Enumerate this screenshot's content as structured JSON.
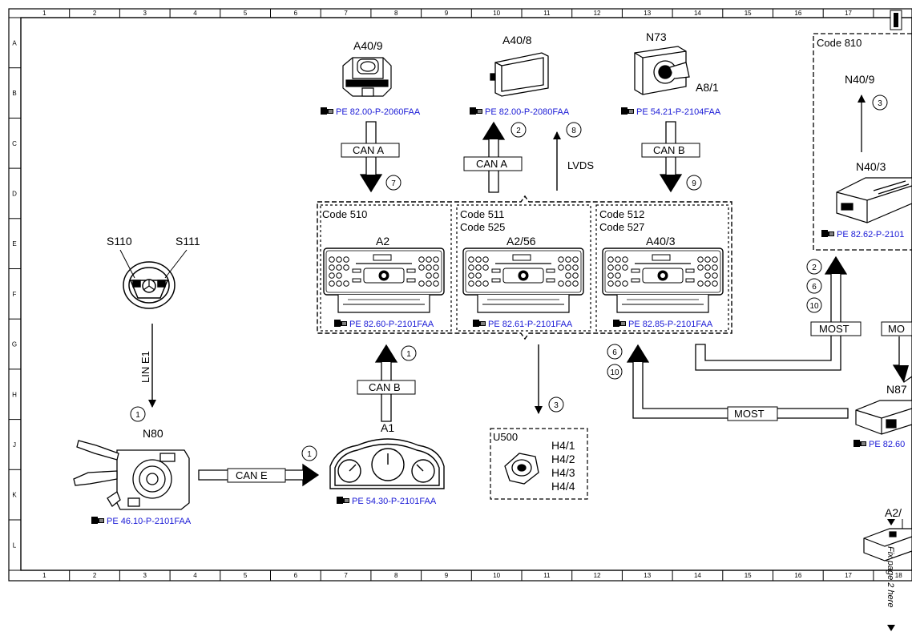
{
  "sheet": {
    "columns": [
      "1",
      "2",
      "3",
      "4",
      "5",
      "6",
      "7",
      "8",
      "9",
      "10",
      "11",
      "12",
      "13",
      "14",
      "15",
      "16",
      "17",
      "18"
    ],
    "rows": [
      "A",
      "B",
      "C",
      "D",
      "E",
      "F",
      "G",
      "H",
      "J",
      "K",
      "L"
    ],
    "side_note": "Fix page 2 here"
  },
  "components": {
    "a40_9": {
      "id": "A40/9",
      "ref": "PE 82.00-P-2060FAA"
    },
    "a40_8": {
      "id": "A40/8",
      "ref": "PE 82.00-P-2080FAA"
    },
    "n73": {
      "id": "N73",
      "sub": "A8/1",
      "ref": "PE 54.21-P-2104FAA"
    },
    "a2": {
      "code": "Code 510",
      "id": "A2",
      "ref": "PE 82.60-P-2101FAA"
    },
    "a2_56": {
      "code1": "Code 511",
      "code2": "Code 525",
      "id": "A2/56",
      "ref": "PE 82.61-P-2101FAA"
    },
    "a40_3": {
      "code1": "Code 512",
      "code2": "Code 527",
      "id": "A40/3",
      "ref": "PE 82.85-P-2101FAA"
    },
    "code810": {
      "code": "Code 810",
      "id_top": "N40/9",
      "id": "N40/3",
      "ref": "PE 82.62-P-2101"
    },
    "s110": {
      "id": "S110"
    },
    "s111": {
      "id": "S111"
    },
    "n80": {
      "id": "N80",
      "ref": "PE 46.10-P-2101FAA"
    },
    "a1": {
      "id": "A1",
      "ref": "PE 54.30-P-2101FAA"
    },
    "u500": {
      "id": "U500",
      "items": [
        "H4/1",
        "H4/2",
        "H4/3",
        "H4/4"
      ]
    },
    "n87": {
      "id": "N87",
      "ref": "PE 82.60"
    },
    "a2_right": {
      "id": "A2/"
    }
  },
  "buses": {
    "can_a_in": "CAN A",
    "can_a_out": "CAN A",
    "lvds": "LVDS",
    "can_b_n73": "CAN B",
    "can_b_a1": "CAN B",
    "can_e": "CAN E",
    "lin_e1": "LIN E1",
    "most_1": "MOST",
    "most_2": "MOST",
    "most_3": "MO"
  },
  "markers": {
    "m7": "7",
    "m2": "2",
    "m8": "8",
    "m9": "9",
    "m3_top": "3",
    "m1_a1": "1",
    "m3_u500": "3",
    "m1_n80": "1",
    "m1_cane": "1",
    "m6_left": "6",
    "m10_left": "10",
    "m2_right": "2",
    "m6_right": "6",
    "m10_right": "10"
  },
  "colors": {
    "line": "#000000",
    "reference": "#1a1ad6",
    "background": "#ffffff"
  }
}
